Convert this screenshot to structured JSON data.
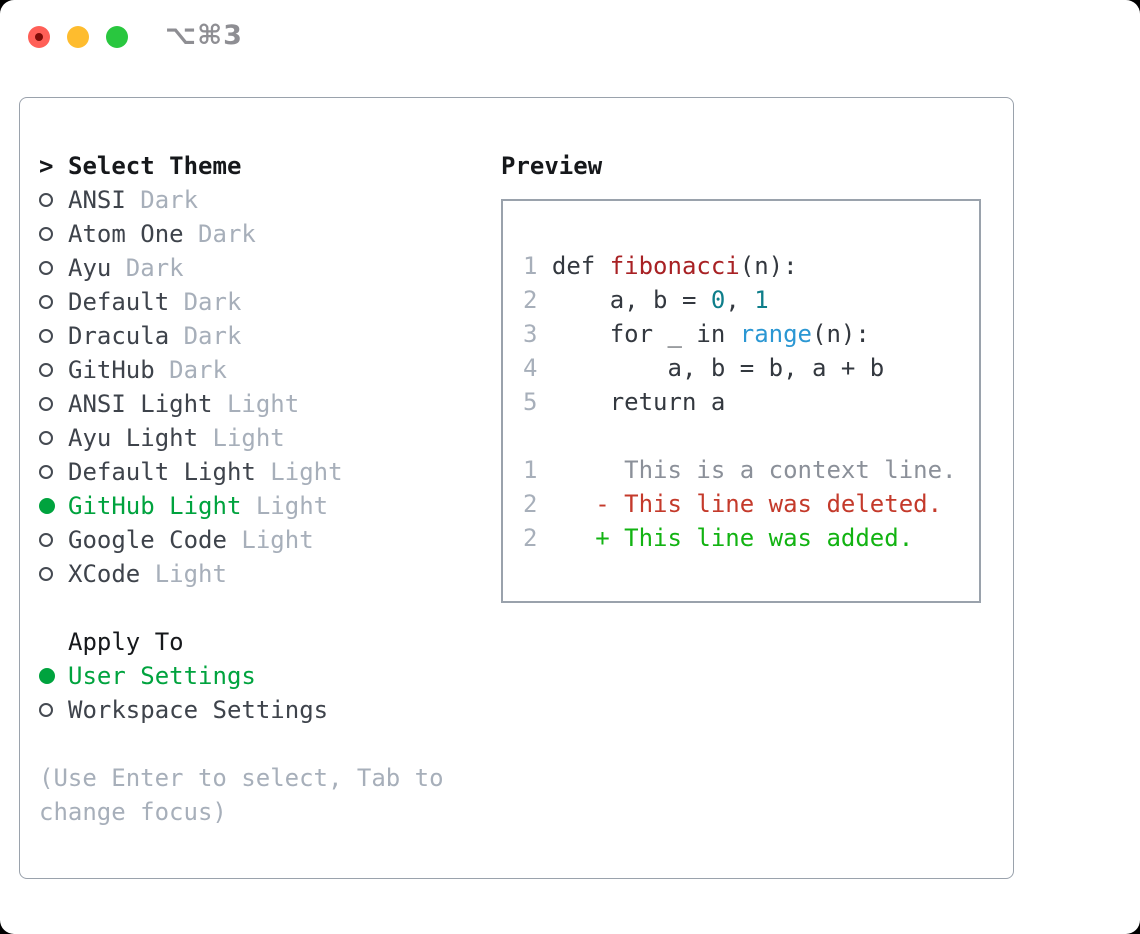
{
  "titlebar": {
    "shortcut": "⌥⌘3",
    "buttons": [
      "close",
      "minimize",
      "zoom"
    ]
  },
  "theme_panel": {
    "cursor": ">",
    "header": "Select Theme",
    "themes": [
      {
        "name": "ANSI",
        "tag": "Dark",
        "selected": false
      },
      {
        "name": "Atom One",
        "tag": "Dark",
        "selected": false
      },
      {
        "name": "Ayu",
        "tag": "Dark",
        "selected": false
      },
      {
        "name": "Default",
        "tag": "Dark",
        "selected": false
      },
      {
        "name": "Dracula",
        "tag": "Dark",
        "selected": false
      },
      {
        "name": "GitHub",
        "tag": "Dark",
        "selected": false
      },
      {
        "name": "ANSI Light",
        "tag": "Light",
        "selected": false
      },
      {
        "name": "Ayu Light",
        "tag": "Light",
        "selected": false
      },
      {
        "name": "Default Light",
        "tag": "Light",
        "selected": false
      },
      {
        "name": "GitHub Light",
        "tag": "Light",
        "selected": true
      },
      {
        "name": "Google Code",
        "tag": "Light",
        "selected": false
      },
      {
        "name": "XCode",
        "tag": "Light",
        "selected": false
      }
    ],
    "apply_to": {
      "header": "Apply To",
      "options": [
        {
          "name": "User Settings",
          "selected": true
        },
        {
          "name": "Workspace Settings",
          "selected": false
        }
      ]
    },
    "hint_lines": [
      "(Use Enter to select, Tab to",
      "change focus)"
    ]
  },
  "preview": {
    "header": "Preview",
    "code_lines": [
      {
        "num": "1",
        "segments": [
          {
            "t": "def ",
            "c": "code"
          },
          {
            "t": "fibonacci",
            "c": "func"
          },
          {
            "t": "(n):",
            "c": "code"
          }
        ]
      },
      {
        "num": "2",
        "segments": [
          {
            "t": "    a, b = ",
            "c": "code"
          },
          {
            "t": "0",
            "c": "num"
          },
          {
            "t": ", ",
            "c": "code"
          },
          {
            "t": "1",
            "c": "num"
          }
        ]
      },
      {
        "num": "3",
        "segments": [
          {
            "t": "    for _ in ",
            "c": "code"
          },
          {
            "t": "range",
            "c": "builtin"
          },
          {
            "t": "(n):",
            "c": "code"
          }
        ]
      },
      {
        "num": "4",
        "segments": [
          {
            "t": "        a, b = b, a + b",
            "c": "code"
          }
        ]
      },
      {
        "num": "5",
        "segments": [
          {
            "t": "    return a",
            "c": "code"
          }
        ]
      },
      {
        "num": "",
        "segments": []
      },
      {
        "num": "1",
        "segments": [
          {
            "t": "     This is a context line.",
            "c": "context"
          }
        ]
      },
      {
        "num": "2",
        "segments": [
          {
            "t": "   - This line was deleted.",
            "c": "deleted"
          }
        ]
      },
      {
        "num": "2",
        "segments": [
          {
            "t": "   + This line was added.",
            "c": "added"
          }
        ]
      }
    ]
  },
  "colors": {
    "selection_green": "#00a33e",
    "added_green": "#12b312",
    "deleted_red": "#c43a2b",
    "function_red": "#a82124",
    "builtin_blue": "#2b97d3",
    "number_teal": "#0e7e8a",
    "muted_gray": "#a7afba",
    "text_dark": "#3e434b",
    "border_gray": "#9aa2ac",
    "traffic_red": "#ff5f57",
    "traffic_yellow": "#febc2e",
    "traffic_green": "#29c73f"
  }
}
